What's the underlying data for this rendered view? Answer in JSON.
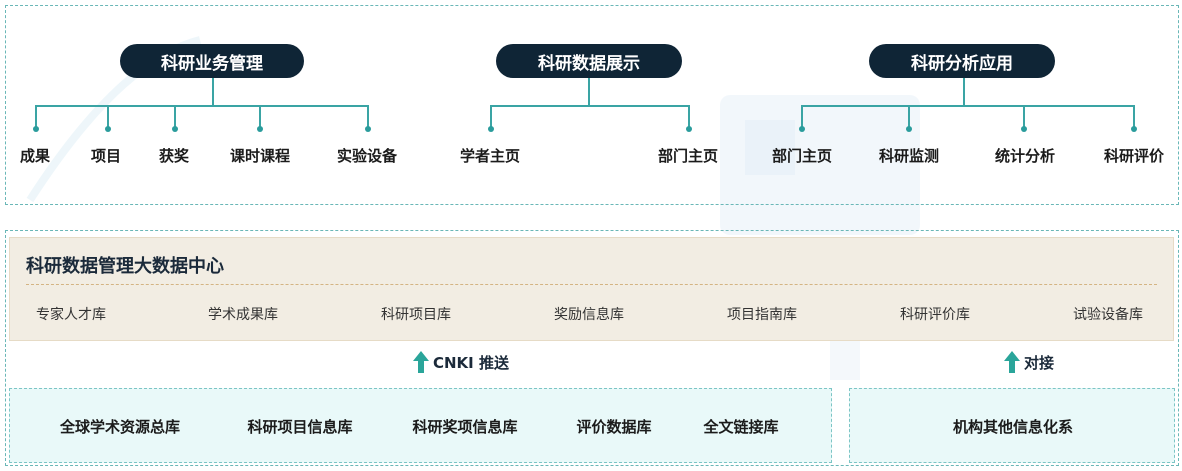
{
  "top_groups": [
    {
      "title": "科研业务管理",
      "items": [
        "成果",
        "项目",
        "获奖",
        "课时课程",
        "实验设备"
      ]
    },
    {
      "title": "科研数据展示",
      "items": [
        "学者主页",
        "部门主页"
      ]
    },
    {
      "title": "科研分析应用",
      "items": [
        "部门主页",
        "科研监测",
        "统计分析",
        "科研评价"
      ]
    }
  ],
  "center": {
    "title": "科研数据管理大数据中心",
    "libraries": [
      "专家人才库",
      "学术成果库",
      "科研项目库",
      "奖励信息库",
      "项目指南库",
      "科研评价库",
      "试验设备库"
    ]
  },
  "arrows": {
    "left_label": "CNKI 推送",
    "right_label": "对接"
  },
  "sources_left": [
    "全球学术资源总库",
    "科研项目信息库",
    "科研奖项信息库",
    "评价数据库",
    "全文链接库"
  ],
  "sources_right": [
    "机构其他信息化系"
  ],
  "colors": {
    "pill": "#0f2536",
    "line": "#3aa4a4",
    "center_bg": "#f2ede3",
    "source_bg": "#e9f9f9",
    "arrow": "#2aa59a"
  }
}
